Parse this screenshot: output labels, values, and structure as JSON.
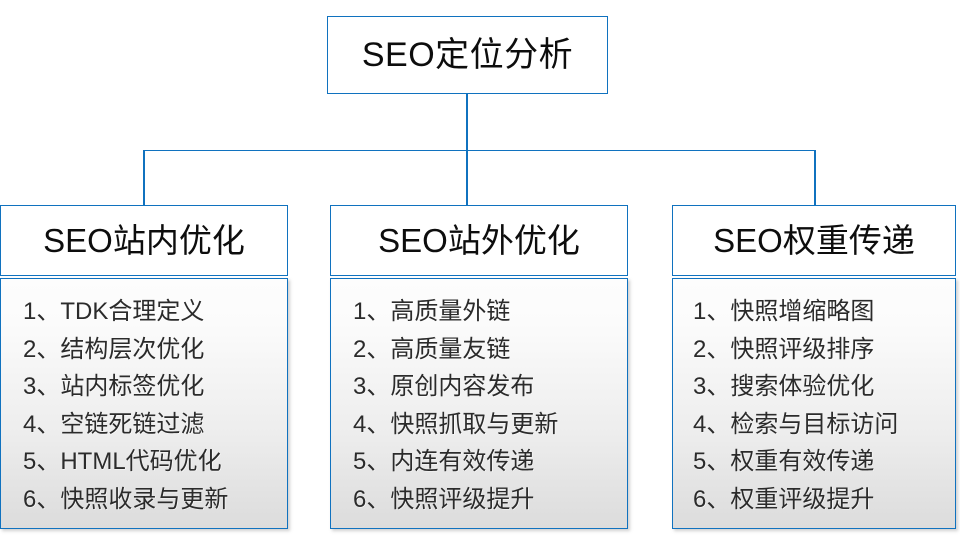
{
  "diagram": {
    "type": "org-chart",
    "root": {
      "label": "SEO定位分析"
    },
    "branches": [
      {
        "header": "SEO站内优化",
        "items": [
          "1、TDK合理定义",
          "2、结构层次优化",
          "3、站内标签优化",
          "4、空链死链过滤",
          "5、HTML代码优化",
          "6、快照收录与更新"
        ]
      },
      {
        "header": "SEO站外优化",
        "items": [
          "1、高质量外链",
          "2、高质量友链",
          "3、原创内容发布",
          "4、快照抓取与更新",
          "5、内连有效传递",
          "6、快照评级提升"
        ]
      },
      {
        "header": "SEO权重传递",
        "items": [
          "1、快照增缩略图",
          "2、快照评级排序",
          "3、搜索体验优化",
          "4、检索与目标访问",
          "5、权重有效传递",
          "6、权重评级提升"
        ]
      }
    ],
    "colors": {
      "border": "#1072bf",
      "header_fill": "#ffffff",
      "list_fill_top": "#fdfdfd",
      "list_fill_bottom": "#dcdcdc",
      "text": "#0d0d0d",
      "list_text": "#2b2b2b",
      "background": "#ffffff"
    }
  }
}
